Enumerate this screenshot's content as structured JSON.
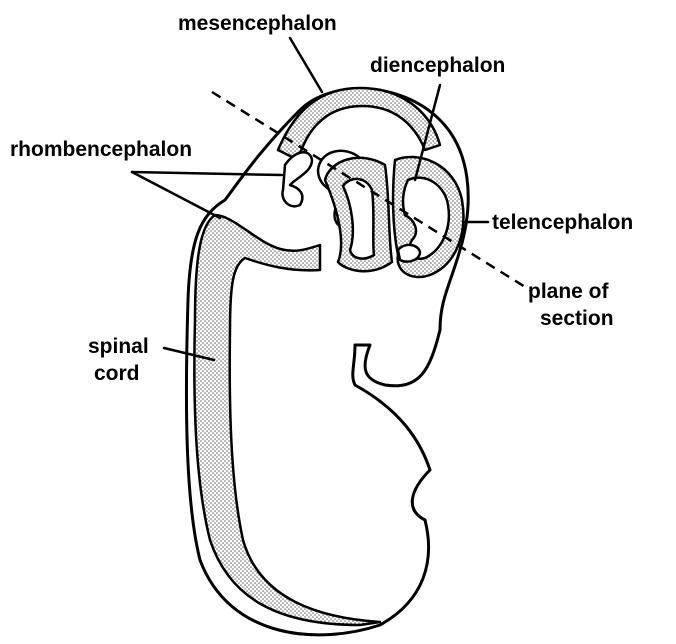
{
  "labels": {
    "mesencephalon": "mesencephalon",
    "diencephalon": "diencephalon",
    "rhombencephalon": "rhombencephalon",
    "telencephalon": "telencephalon",
    "plane_line1": "plane of",
    "plane_line2": "section",
    "spinal_line1": "spinal",
    "spinal_line2": "cord"
  }
}
